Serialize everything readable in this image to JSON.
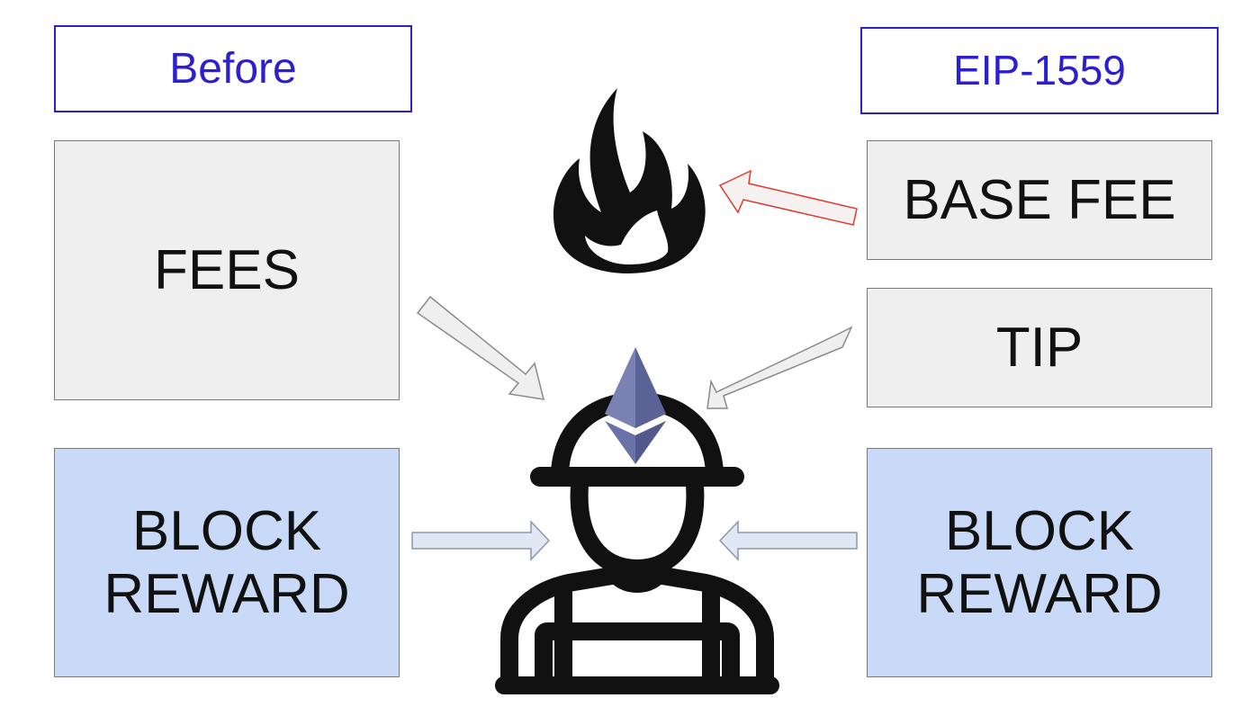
{
  "headers": {
    "before": "Before",
    "eip": "EIP-1559"
  },
  "before": {
    "fees": "FEES",
    "reward_line1": "BLOCK",
    "reward_line2": "REWARD"
  },
  "eip1559": {
    "base_fee": "BASE FEE",
    "tip": "TIP",
    "reward_line1": "BLOCK",
    "reward_line2": "REWARD"
  },
  "colors": {
    "header": "#2b1fd0",
    "gray_box": "#efefef",
    "blue_box": "#c9daf8",
    "burn_arrow": "#e03a2f",
    "eth_logo": "#6a73a8",
    "icon": "#111111"
  },
  "icons": {
    "burn": "fire-icon",
    "miner": "miner-icon",
    "ethereum": "ethereum-logo-icon"
  }
}
